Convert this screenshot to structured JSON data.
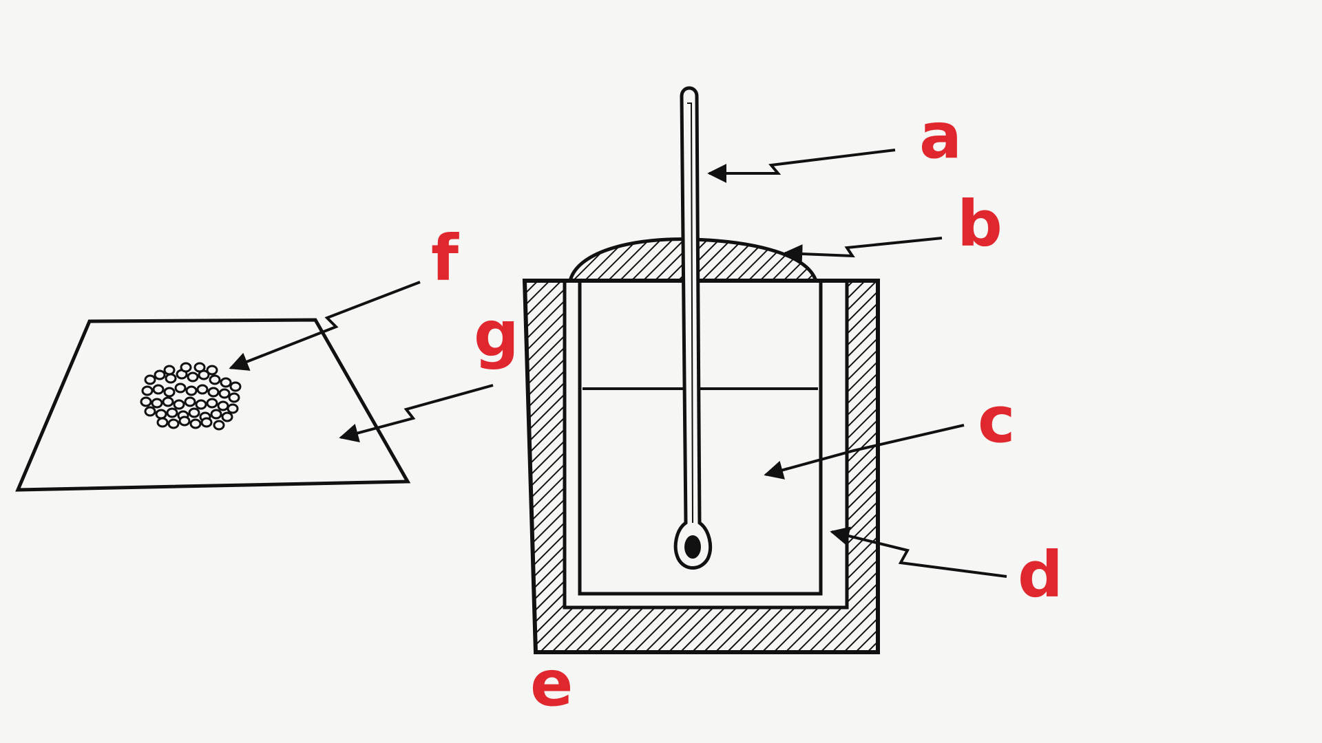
{
  "labels": {
    "a": "a",
    "b": "b",
    "c": "c",
    "d": "d",
    "e": "e",
    "f": "f",
    "g": "g"
  },
  "colors": {
    "label": "#e0272e",
    "ink": "#111111",
    "background": "#f6f6f4"
  }
}
